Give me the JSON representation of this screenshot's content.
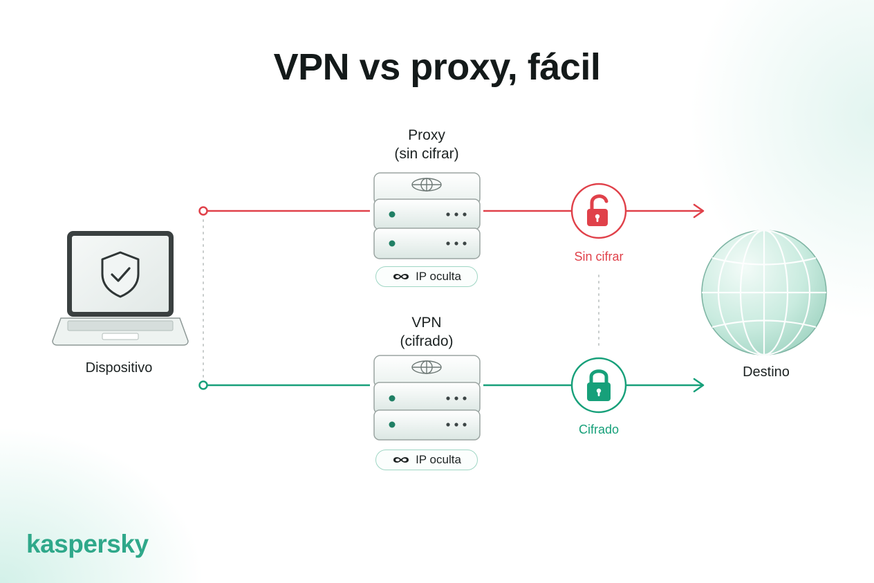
{
  "title": "VPN vs proxy, fácil",
  "device": {
    "label": "Dispositivo",
    "icon": "shield-check-icon"
  },
  "destination": {
    "label": "Destino",
    "icon": "globe-icon"
  },
  "proxy": {
    "title": "Proxy",
    "subtitle": "(sin cifrar)",
    "badge": "IP oculta",
    "badge_icon": "mask-icon",
    "lock_label": "Sin cifrar",
    "lock_icon": "unlocked-padlock-icon",
    "color": "#e0414a"
  },
  "vpn": {
    "title": "VPN",
    "subtitle": "(cifrado)",
    "badge": "IP oculta",
    "badge_icon": "mask-icon",
    "lock_label": "Cifrado",
    "lock_icon": "locked-padlock-icon",
    "color": "#17a07a"
  },
  "brand": {
    "logo": "kaspersky",
    "color": "#2fa88a"
  }
}
